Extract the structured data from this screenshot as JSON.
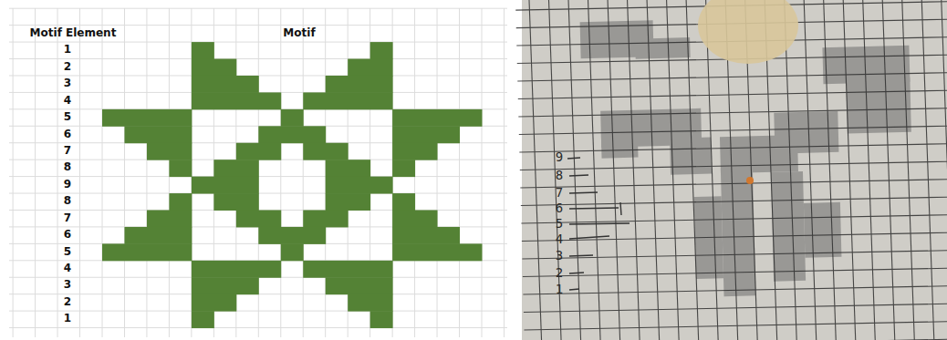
{
  "diagram": {
    "labels": [
      "Motif Element",
      "Motif",
      "1",
      "2",
      "3",
      "4",
      "5",
      "6",
      "7",
      "8",
      "9",
      "8",
      "7",
      "6",
      "5",
      "4",
      "3",
      "2",
      "1",
      "9",
      "8",
      "7",
      "6",
      "5",
      "4",
      "3",
      "2",
      "1"
    ]
  }
}
